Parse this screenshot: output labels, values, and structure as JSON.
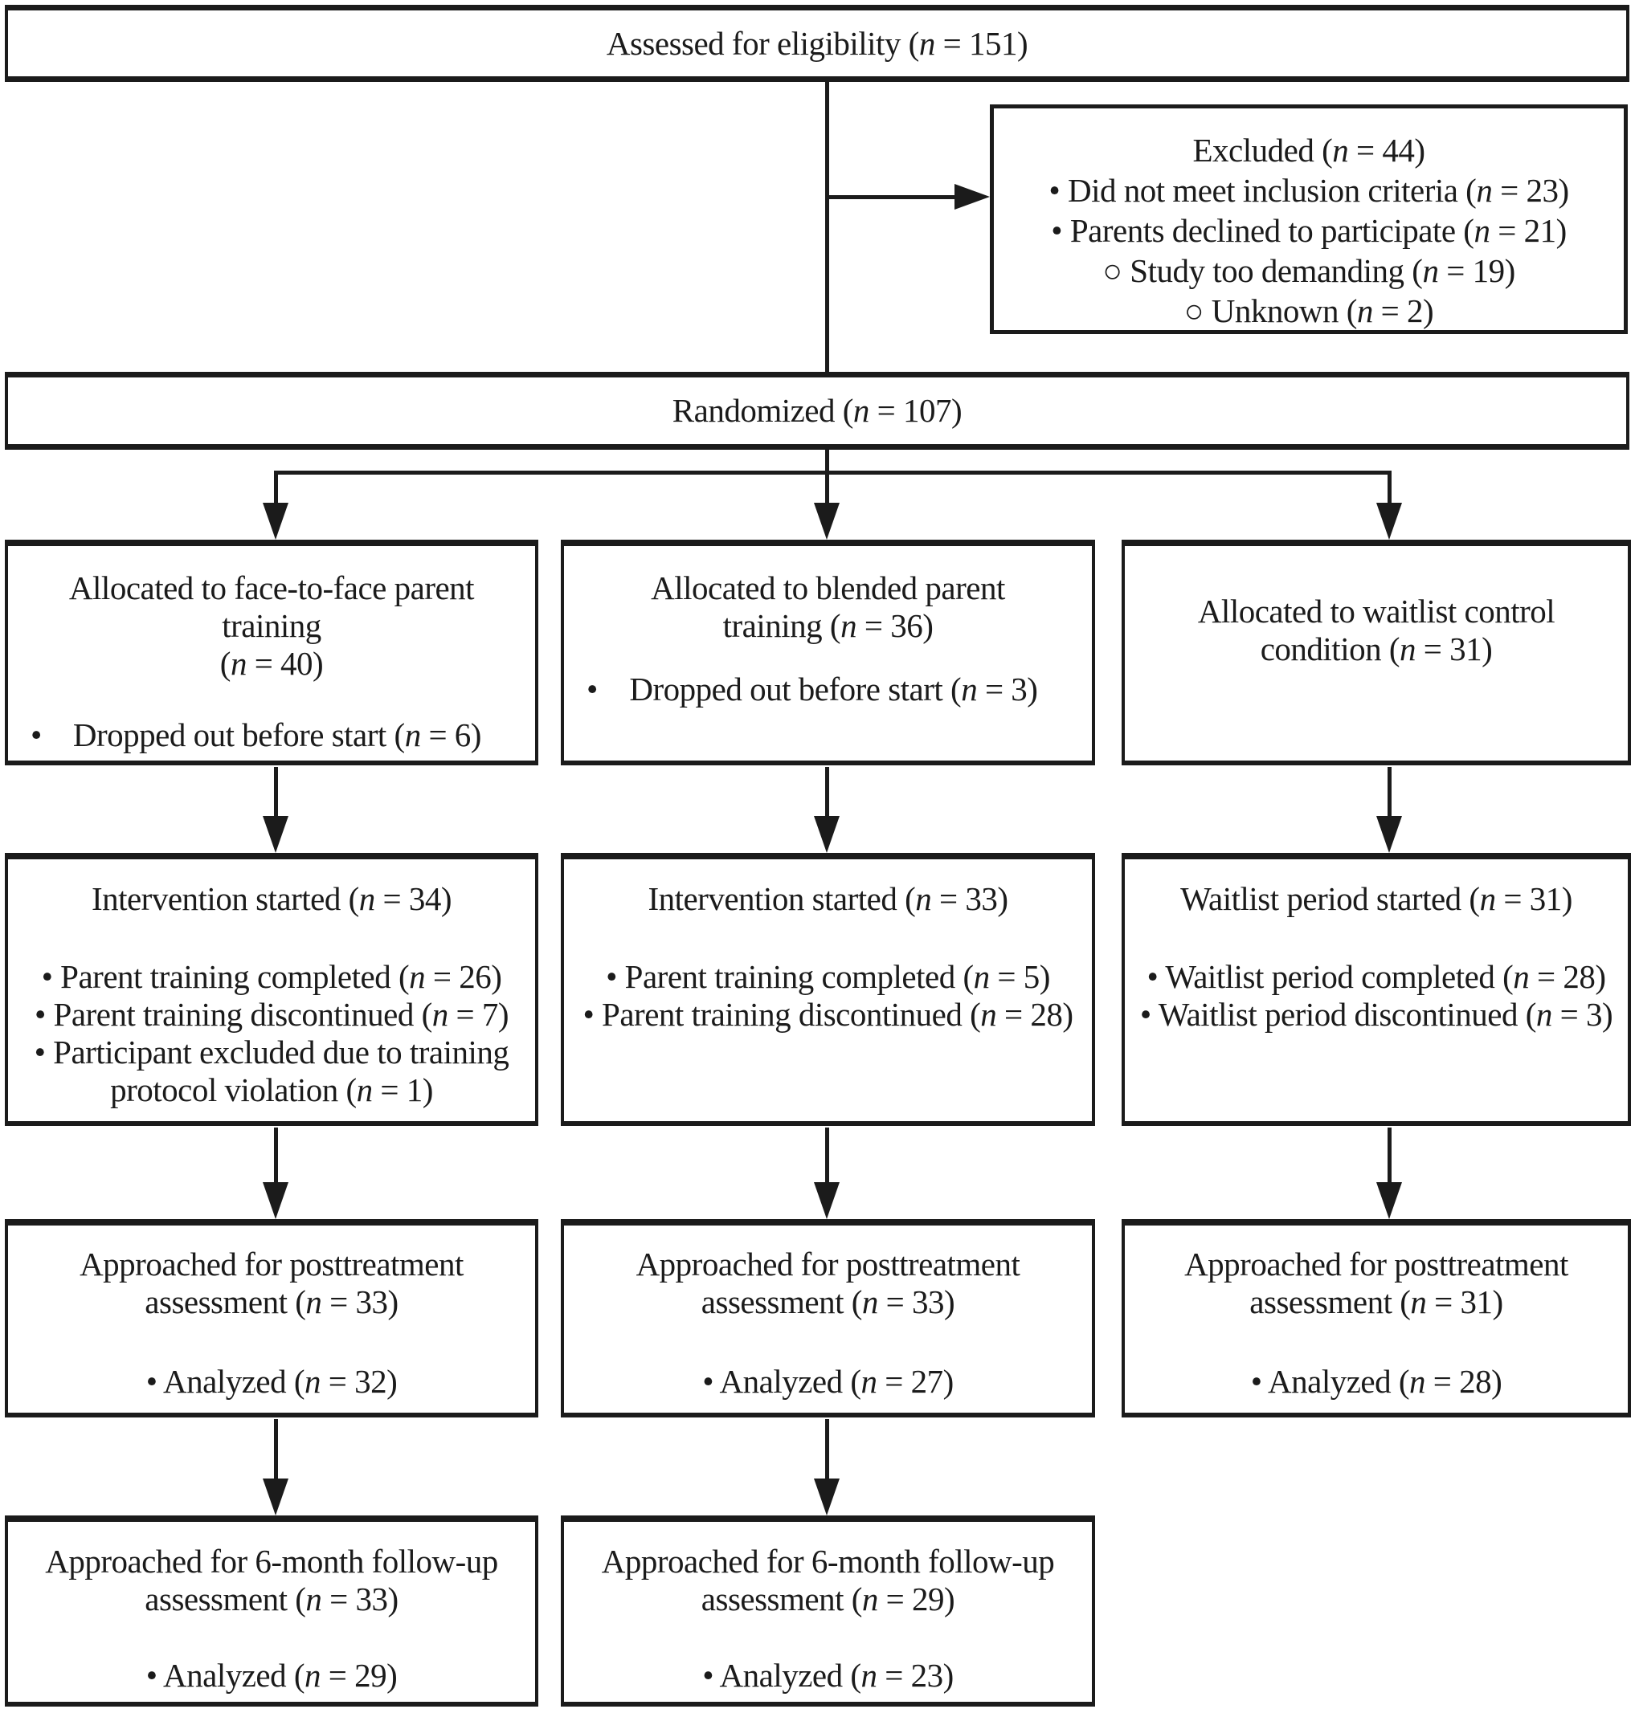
{
  "colors": {
    "ink": "#1b1b1b",
    "background": "#ffffff"
  },
  "glyphs": {
    "bullet": "•",
    "open_bullet": "○"
  },
  "boxes": {
    "assessed": {
      "label": "Assessed for eligibility (n = 151)"
    },
    "excluded": {
      "lines": [
        "Excluded (n = 44)",
        "• Did not meet inclusion criteria (n = 23)",
        "• Parents declined to participate (n = 21)",
        "○ Study too demanding (n = 19)",
        "○ Unknown (n = 2)"
      ]
    },
    "randomized": {
      "label": "Randomized (n = 107)"
    },
    "allocated_f2f": {
      "title_lines": [
        "Allocated to face-to-face parent",
        "training",
        "(n = 40)"
      ],
      "item": {
        "bullet": "•",
        "text": "Dropped out before start (n = 6)"
      }
    },
    "allocated_blended": {
      "title_lines": [
        "Allocated to blended parent",
        "training (n = 36)"
      ],
      "item": {
        "bullet": "•",
        "text": "Dropped out before start (n = 3)"
      }
    },
    "allocated_waitlist": {
      "title_lines": [
        "Allocated to waitlist control",
        "condition (n = 31)"
      ]
    },
    "intervention_f2f": {
      "title": "Intervention started (n = 34)",
      "lines": [
        "• Parent training completed (n = 26)",
        "• Parent training discontinued (n = 7)",
        "• Participant excluded due to training",
        "protocol violation (n = 1)"
      ]
    },
    "intervention_blended": {
      "title": "Intervention started (n = 33)",
      "lines": [
        "• Parent training completed (n = 5)",
        "• Parent training discontinued (n = 28)"
      ]
    },
    "waitlist_period": {
      "title": "Waitlist period started (n = 31)",
      "lines": [
        "• Waitlist period completed (n = 28)",
        "• Waitlist period discontinued (n = 3)"
      ]
    },
    "post_f2f": {
      "title_lines": [
        "Approached for posttreatment",
        "assessment (n = 33)"
      ],
      "analyzed": "• Analyzed (n = 32)"
    },
    "post_blended": {
      "title_lines": [
        "Approached for posttreatment",
        "assessment (n = 33)"
      ],
      "analyzed": "• Analyzed (n = 27)"
    },
    "post_waitlist": {
      "title_lines": [
        "Approached for posttreatment",
        "assessment (n = 31)"
      ],
      "analyzed": "• Analyzed (n = 28)"
    },
    "followup_f2f": {
      "title_lines": [
        "Approached for 6-month follow-up",
        "assessment (n = 33)"
      ],
      "analyzed": "• Analyzed (n = 29)"
    },
    "followup_blended": {
      "title_lines": [
        "Approached for 6-month follow-up",
        "assessment (n = 29)"
      ],
      "analyzed": "• Analyzed (n = 23)"
    }
  }
}
